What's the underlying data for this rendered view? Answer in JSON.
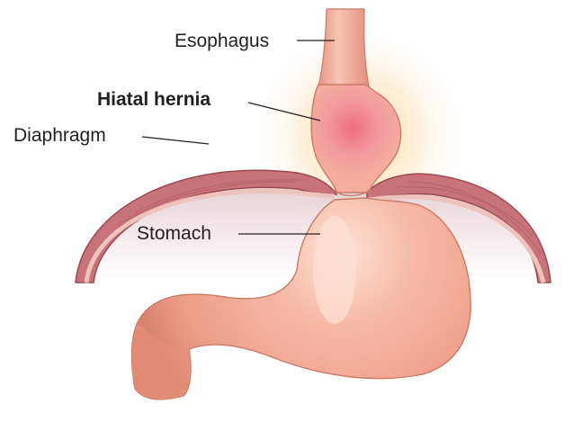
{
  "labels": {
    "esophagus": "Esophagus",
    "hiatal_hernia": "Hiatal hernia",
    "diaphragm": "Diaphragm",
    "stomach": "Stomach"
  },
  "colors": {
    "stomach_fill": "#f2a692",
    "stomach_highlight": "#fde0d4",
    "stomach_shadow": "#d98470",
    "diaphragm_muscle": "#c8737a",
    "diaphragm_light": "#eec3bb",
    "hernia_glow": "#f07f8a",
    "inflammation_halo": "#fbd39a",
    "leader_line": "#231f20"
  }
}
